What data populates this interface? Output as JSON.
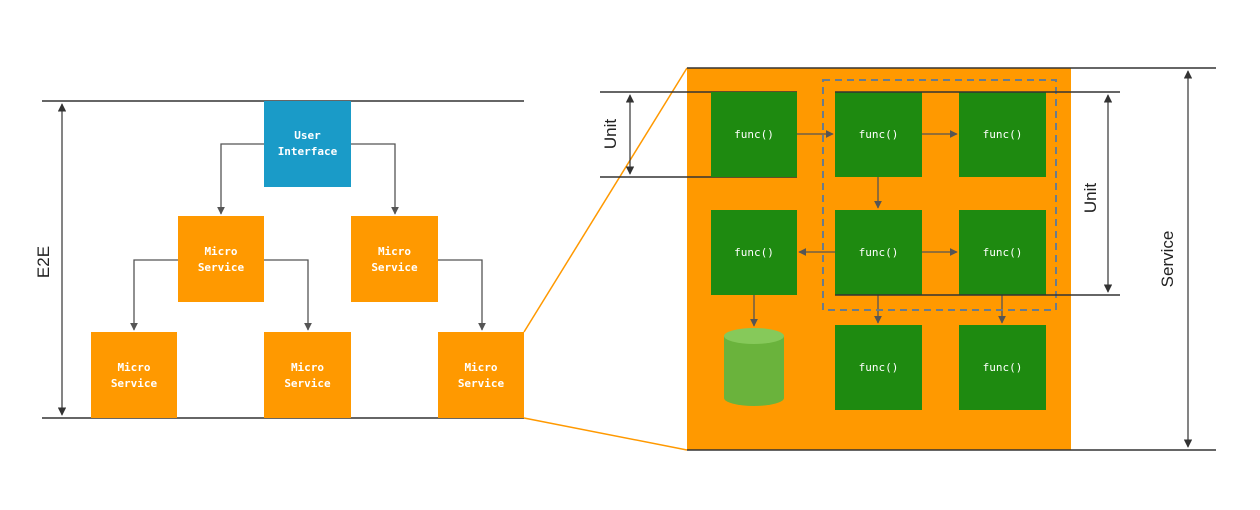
{
  "colors": {
    "orange": "#ff9900",
    "blue": "#1a9bc8",
    "green": "#1e8a10",
    "db_green": "#6ab33c",
    "dashed_border": "#6a7c8c",
    "line": "#333333",
    "arrow": "#555555"
  },
  "left": {
    "dimension_label": "E2E",
    "user_interface": [
      "User",
      "Interface"
    ],
    "micro_service": [
      "Micro",
      "Service"
    ]
  },
  "right": {
    "func_label": "func()",
    "unit_label": "Unit",
    "service_label": "Service",
    "database_icon": "database-cylinder-icon"
  }
}
